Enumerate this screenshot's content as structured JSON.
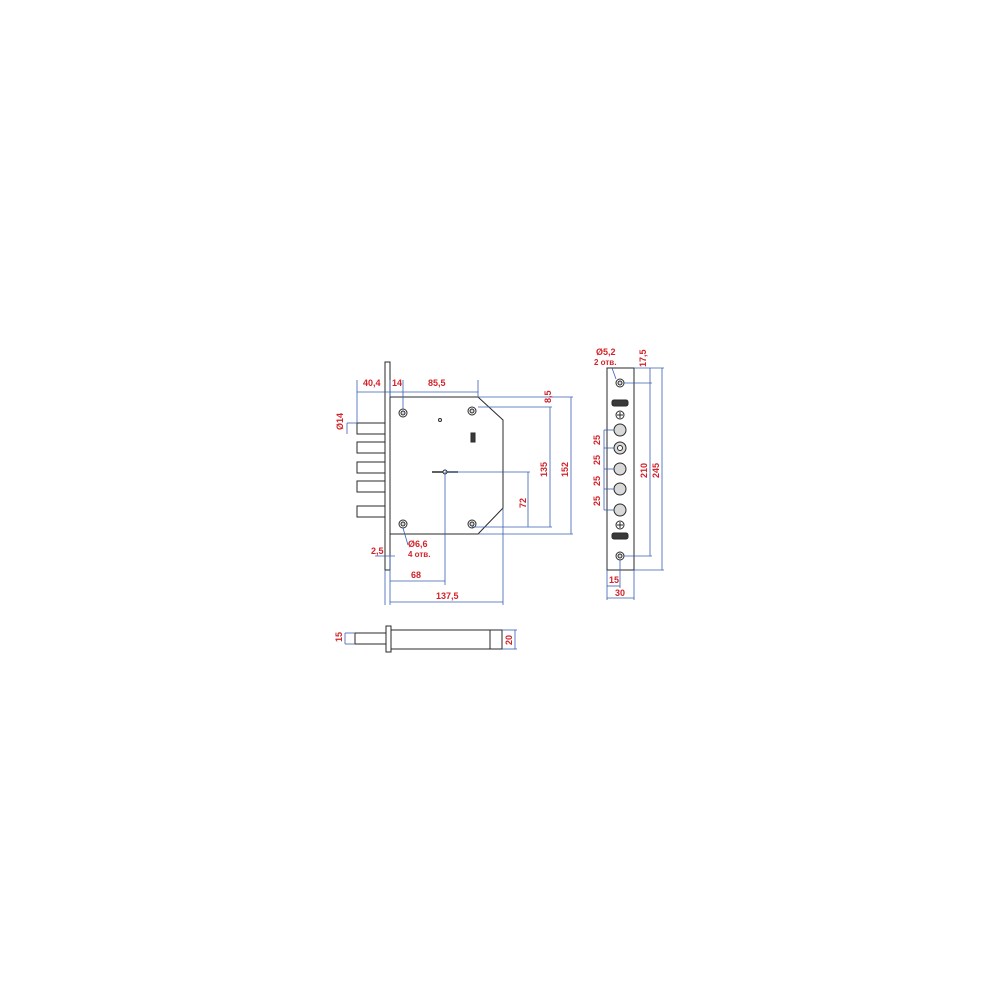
{
  "dimensions": {
    "d40_4": "40,4",
    "d14": "14",
    "d85_5": "85,5",
    "d8_5": "8,5",
    "dia14": "Ø14",
    "d135": "135",
    "d152": "152",
    "d72": "72",
    "d2_5": "2,5",
    "dia6_6": "Ø6,6",
    "holes4": "4 отв.",
    "d68": "68",
    "d137_5": "137,5",
    "d15_side": "15",
    "d20_side": "20",
    "dia5_2": "Ø5,2",
    "holes2": "2 отв.",
    "d17_5": "17,5",
    "d25_a": "25",
    "d25_b": "25",
    "d25_c": "25",
    "d25_d": "25",
    "d210": "210",
    "d245": "245",
    "d15_strip": "15",
    "d30": "30"
  },
  "colors": {
    "dimension_text": "#d2232a",
    "dimension_line": "#3a5fb4",
    "outline": "#2a2a2a"
  }
}
